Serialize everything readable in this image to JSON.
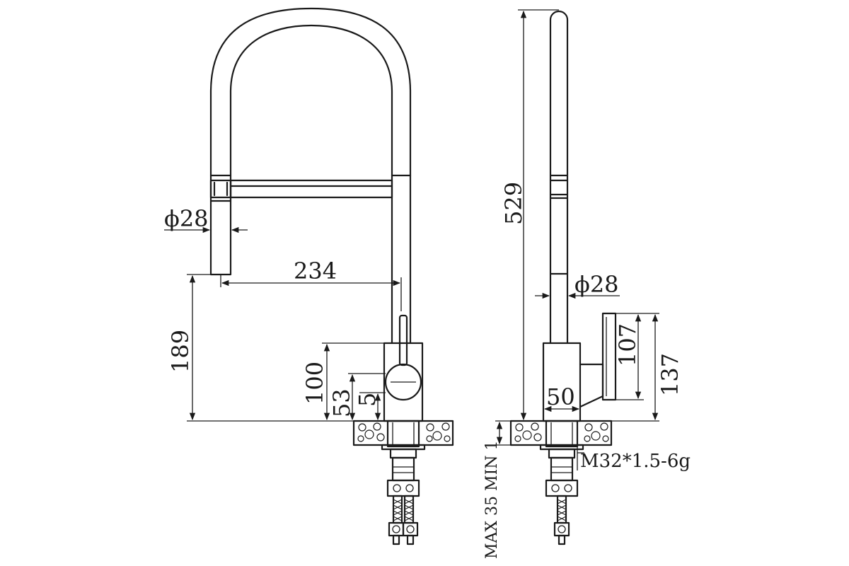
{
  "front_view": {
    "dimensions": {
      "spray_diameter": "ϕ28",
      "spout_reach": "234",
      "spray_height": "189",
      "body_height": "100",
      "lever_height": "53",
      "base_offset": "5"
    }
  },
  "side_view": {
    "dimensions": {
      "total_height": "529",
      "spout_diameter": "ϕ28",
      "lever_length": "107",
      "lever_top": "137",
      "body_width": "50",
      "thread_spec": "M32*1.5-6g",
      "deck_thickness": "MAX 35 MIN 1"
    }
  }
}
